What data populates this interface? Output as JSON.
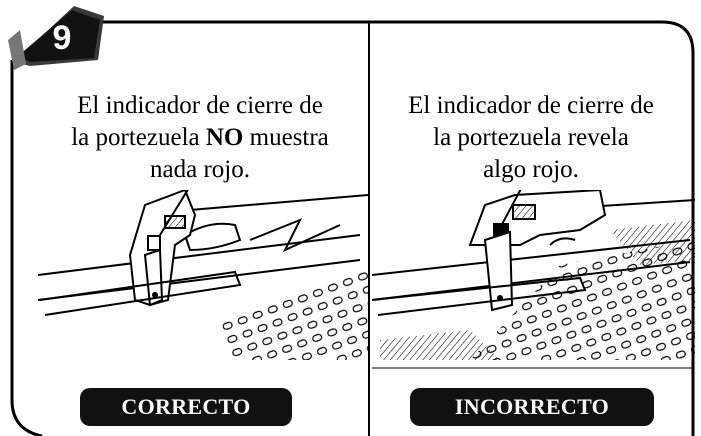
{
  "step_number": "9",
  "left_panel": {
    "caption_line1": "El indicador de cierre de",
    "caption_line2_pre": "la portezuela ",
    "caption_line2_bold": "NO",
    "caption_line2_post": " muestra",
    "caption_line3": "nada rojo.",
    "label": "CORRECTO"
  },
  "right_panel": {
    "caption_line1": "El indicador de cierre de",
    "caption_line2": "la portezuela revela",
    "caption_line3": "algo rojo.",
    "label": "INCORRECTO"
  }
}
